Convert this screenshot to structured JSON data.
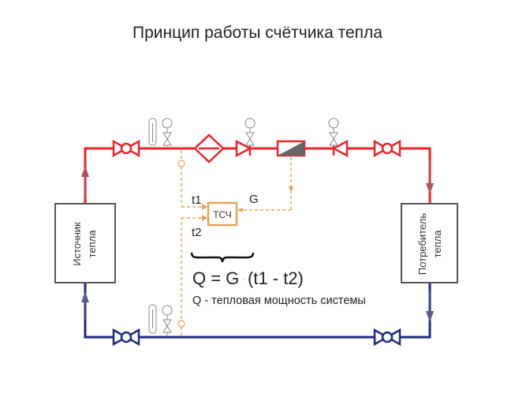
{
  "title": "Принцип работы счётчика тепла",
  "source_label": [
    "Источник",
    "тепла"
  ],
  "consumer_label": [
    "Потребитель",
    "тепла"
  ],
  "meter_label": "ТСЧ",
  "t1_label": "t1",
  "t2_label": "t2",
  "g_label": "G",
  "formula": {
    "left": "Q = G",
    "dot": "·",
    "right": "(t1 - t2)"
  },
  "note": "Q - тепловая мощность системы",
  "colors": {
    "supply": "#e8262b",
    "return": "#1c2a7a",
    "signal": "#e8a25c",
    "arrow_supply": "#b3505a",
    "arrow_return": "#5a5890",
    "gauge": "#888888"
  }
}
